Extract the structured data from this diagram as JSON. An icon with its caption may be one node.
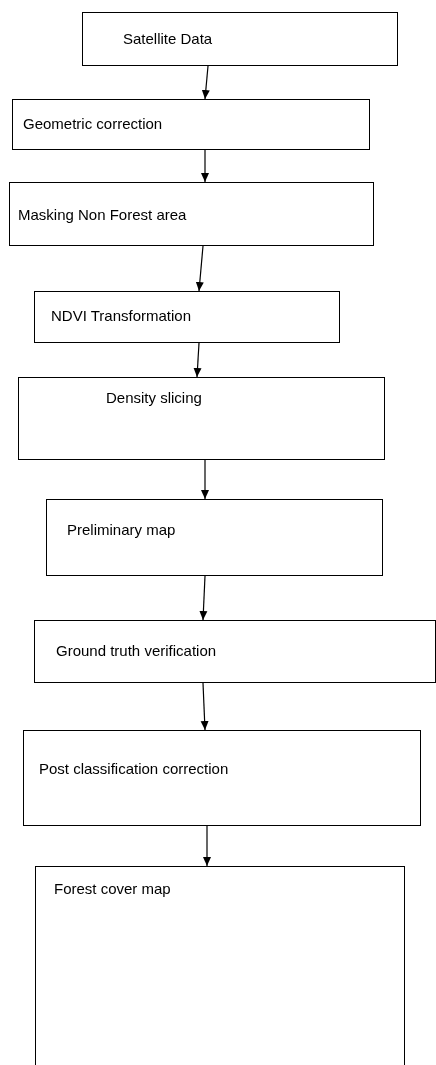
{
  "diagram": {
    "nodes": [
      {
        "text": [
          "Satellite Data"
        ]
      },
      {
        "text": [
          "Geometric correction"
        ]
      },
      {
        "text": [
          "Masking Non Forest area"
        ]
      },
      {
        "text": [
          "NDVI Transformation"
        ]
      },
      {
        "text": [
          "Density slicing"
        ]
      },
      {
        "text": [
          "Preliminary map"
        ]
      },
      {
        "text": [
          "Ground truth verification"
        ]
      },
      {
        "text": [
          "Post classification correction"
        ]
      },
      {
        "text": [
          "Forest cover map"
        ]
      }
    ],
    "edges": [
      {
        "from": 0,
        "to": 1,
        "arrow": "to"
      },
      {
        "from": 1,
        "to": 2,
        "arrow": "to"
      },
      {
        "from": 2,
        "to": 3,
        "arrow": "to"
      },
      {
        "from": 3,
        "to": 4,
        "arrow": "to"
      },
      {
        "from": 4,
        "to": 5,
        "arrow": "to"
      },
      {
        "from": 5,
        "to": 6,
        "arrow": "to"
      },
      {
        "from": 6,
        "to": 7,
        "arrow": "to"
      },
      {
        "from": 7,
        "to": 8,
        "arrow": "to"
      }
    ]
  }
}
